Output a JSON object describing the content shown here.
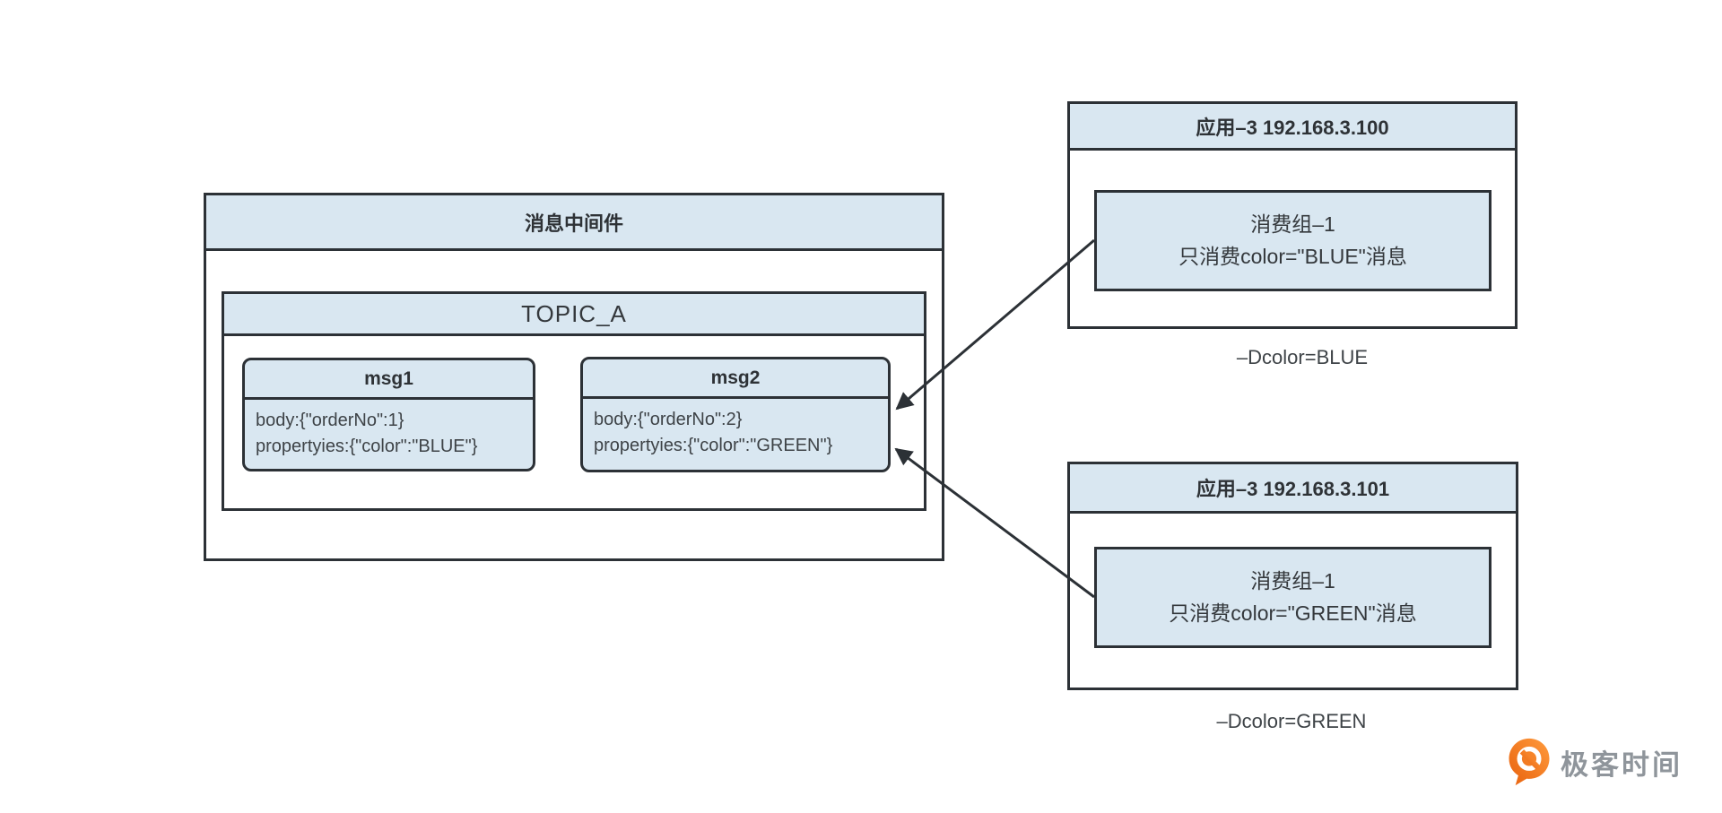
{
  "colors": {
    "box_fill": "#d9e7f1",
    "border": "#2c3136",
    "header_text": "#2e3236",
    "body_text": "#3e4347",
    "arrow": "#2c3136",
    "logo_orange": "#f07f1d",
    "logo_text_gray": "#8f959b"
  },
  "middleware": {
    "title": "消息中间件",
    "topic": {
      "title": "TOPIC_A",
      "messages": [
        {
          "name": "msg1",
          "body": "body:{\"orderNo\":1}",
          "properties": "propertyies:{\"color\":\"BLUE\"}"
        },
        {
          "name": "msg2",
          "body": "body:{\"orderNo\":2}",
          "properties": "propertyies:{\"color\":\"GREEN\"}"
        }
      ]
    }
  },
  "apps": [
    {
      "title": "应用–3 192.168.3.100",
      "consumer_group": "消费组–1",
      "rule": "只消费color=\"BLUE\"消息",
      "jvm_flag": "–Dcolor=BLUE"
    },
    {
      "title": "应用–3 192.168.3.101",
      "consumer_group": "消费组–1",
      "rule": "只消费color=\"GREEN\"消息",
      "jvm_flag": "–Dcolor=GREEN"
    }
  ],
  "logo": {
    "text": "极客时间"
  }
}
